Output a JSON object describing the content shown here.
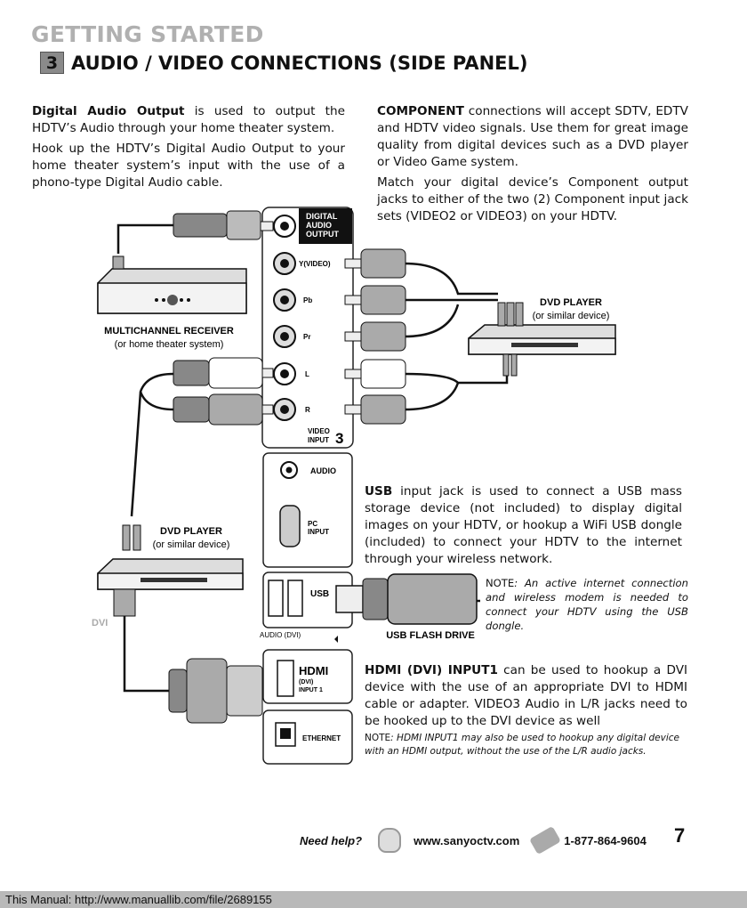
{
  "header": {
    "section": "GETTING STARTED",
    "step_number": "3",
    "title": "AUDIO / VIDEO CONNECTIONS (SIDE PANEL)"
  },
  "left_text": {
    "p1_bold": "Digital Audio Output",
    "p1_rest": " is used to output the HDTV’s Audio through your home theater system.",
    "p2": "Hook up the HDTV’s Digital Audio Output to your home theater system’s input with the use of a phono-type Digital Audio cable."
  },
  "right_text": {
    "p1_bold": "COMPONENT",
    "p1_rest": " connections will accept SDTV, EDTV and HDTV video signals. Use them for great image quality from digital devices such as a DVD player or Video Game system.",
    "p2": "Match your digital device’s Component output jacks to either of the two (2) Component input jack sets (VIDEO2 or VIDEO3) on your HDTV."
  },
  "usb_text": {
    "bold": "USB",
    "rest": " input jack is used to connect a USB mass storage device (not included) to display digital images on your HDTV, or hookup a WiFi USB dongle (included) to connect your HDTV to the internet through your wireless network.",
    "note_label": "NOTE",
    "note": ": An active internet connection and wireless modem is needed to connect your HDTV using the USB dongle."
  },
  "hdmi_text": {
    "bold": "HDMI (DVI) INPUT1",
    "rest": " can be used to hookup a DVI device with the use of an appropriate DVI to HDMI cable or adapter. VIDEO3 Audio in L/R jacks need to be hooked up to the DVI device as well",
    "note_label": "NOTE",
    "note": ": HDMI INPUT1 may also be used to hookup any digital device with an HDMI output, without the use of the L/R audio jacks."
  },
  "diagram": {
    "panel_labels": {
      "digital_audio": [
        "DIGITAL",
        "AUDIO",
        "OUTPUT"
      ],
      "y_video": "Y(VIDEO)",
      "pb": "Pb",
      "pr": "Pr",
      "l": "L",
      "r": "R",
      "video_input": [
        "VIDEO",
        "INPUT"
      ],
      "video_input_num": "3",
      "audio": "AUDIO",
      "pc_input": [
        "PC",
        "INPUT"
      ],
      "usb": "USB",
      "audio_dvi": "AUDIO (DVI)",
      "hdmi": "HDMI",
      "dvi": "(DVI)",
      "hdmi_input": "INPUT 1",
      "ethernet": "ETHERNET"
    },
    "receiver_label": "MULTICHANNEL RECEIVER",
    "receiver_sub": "(or home theater system)",
    "dvd_right_label": "DVD PLAYER",
    "dvd_right_sub": "(or similar device)",
    "dvd_left_label": "DVD PLAYER",
    "dvd_left_sub": "(or similar device)",
    "usb_drive_label": "USB FLASH DRIVE",
    "dvi_label": "DVI"
  },
  "help": {
    "need_help": "Need help?",
    "website": "www.sanyoctv.com",
    "phone": "1-877-864-9604"
  },
  "page_number": "7",
  "footer": "This Manual: http://www.manuallib.com/file/2689155"
}
